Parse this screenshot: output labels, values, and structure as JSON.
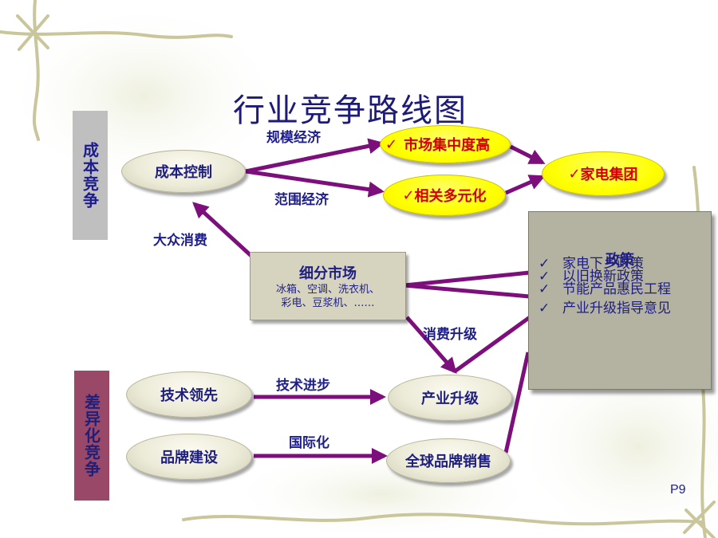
{
  "title": "行业竞争路线图",
  "side_labels": {
    "cost": "成本竞争",
    "diff": "差异化竞争"
  },
  "nodes": {
    "cost_control": "成本控制",
    "market_concentration": "市场集中度高",
    "related_diversification": "相关多元化",
    "appliance_group": "家电集团",
    "tech_leading": "技术领先",
    "industry_upgrade": "产业升级",
    "brand_building": "品牌建设",
    "global_brand_sales": "全球品牌销售"
  },
  "check_mark": "✓",
  "edge_labels": {
    "scale_economy": "规模经济",
    "scope_economy": "范围经济",
    "mass_consumption": "大众消费",
    "consumption_upgrade": "消费升级",
    "tech_progress": "技术进步",
    "internationalization": "国际化"
  },
  "segment_market": {
    "title": "细分市场",
    "line1": "冰箱、空调、洗衣机、",
    "line2": "彩电、豆浆机、……"
  },
  "policy": {
    "title": "政策",
    "items": [
      "家电下乡政策",
      "以旧换新政策",
      "节能产品惠民工程",
      "产业升级指导意见"
    ]
  },
  "page_number": "P9",
  "colors": {
    "arrow": "#7c0f7c",
    "title": "#1d1a78",
    "label": "#1e1e8a",
    "highlight": "#ffff00",
    "highlight_text": "#d40000"
  }
}
